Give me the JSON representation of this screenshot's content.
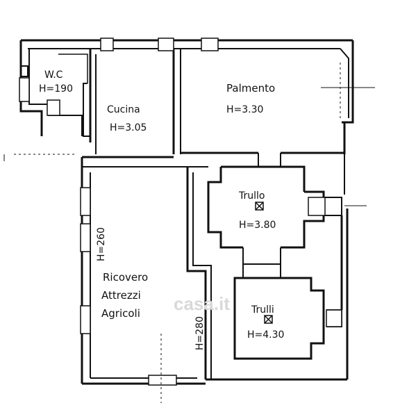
{
  "rooms": {
    "wc": {
      "name": "W.C",
      "height": "H=190"
    },
    "cucina": {
      "name": "Cucina",
      "height": "H=3.05"
    },
    "palmento": {
      "name": "Palmento",
      "height": "H=3.30"
    },
    "trullo": {
      "name": "Trullo",
      "height": "H=3.80"
    },
    "trulli": {
      "name": "Trulli",
      "height": "H=4.30"
    },
    "ricovero": {
      "line1": "Ricovero",
      "line2": "Attrezzi",
      "line3": "Agricoli"
    }
  },
  "wall_heights": {
    "left": "H=260",
    "corridor": "H=280"
  },
  "watermark": "casa.it",
  "colors": {
    "ink": "#111111",
    "paper": "#ffffff",
    "watermark": "#d9d9d9"
  }
}
